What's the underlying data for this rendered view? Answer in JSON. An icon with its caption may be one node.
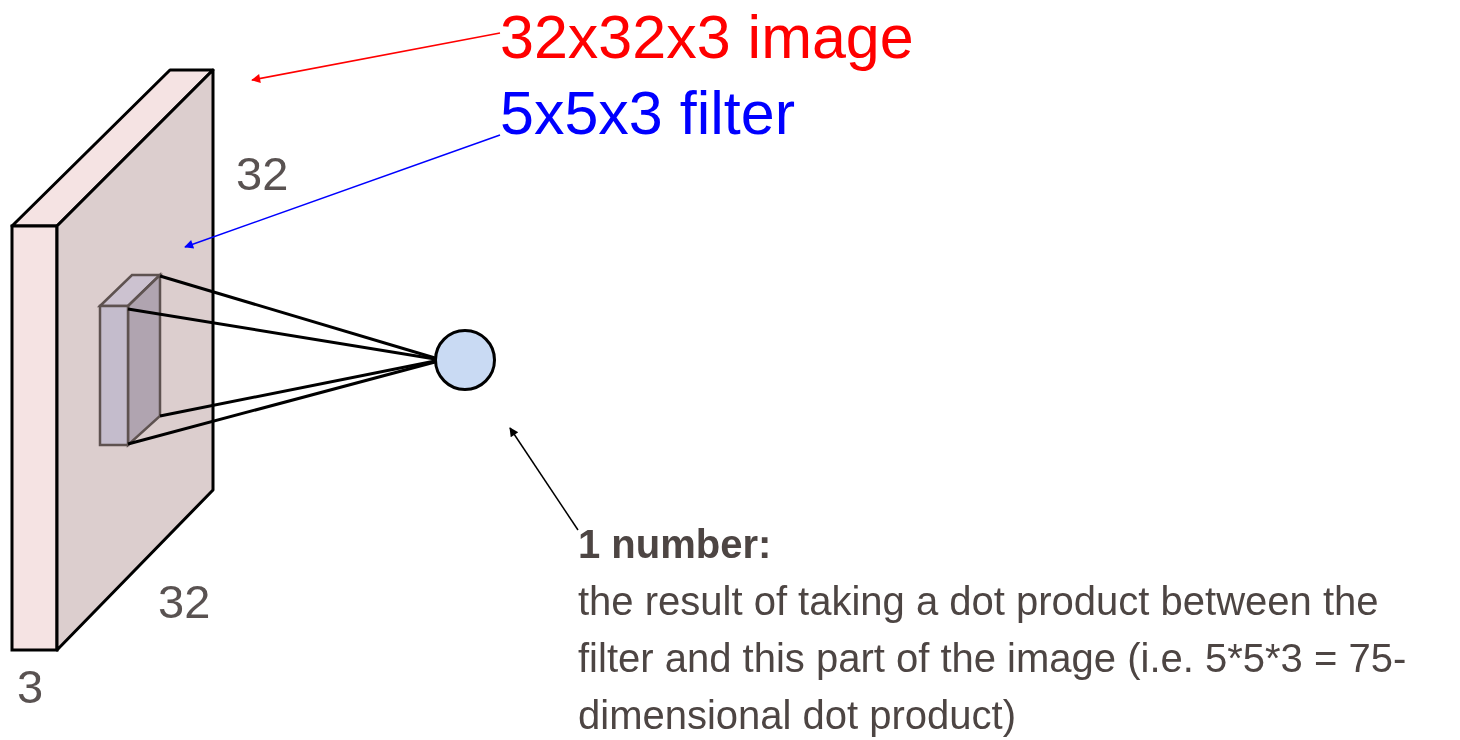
{
  "diagram": {
    "nodes": [
      {
        "text": [
          "32x32x3 image"
        ]
      },
      {
        "text": [
          "5x5x3 filter"
        ]
      },
      {
        "text": [],
        "shape": "box"
      },
      {
        "text": [],
        "shape": "box",
        "in": 2
      },
      {
        "text": [],
        "shape": "circle"
      },
      {
        "text": [
          "1 number:",
          "the result of taking a dot product between the filter and this part of the image (i.e. 5*5*3 = 75-dimensional dot product)"
        ]
      }
    ],
    "edges": [
      {
        "from": 0,
        "to": null,
        "arrow": "to",
        "color": "#ff0000"
      },
      {
        "from": 1,
        "to": 2,
        "arrow": "to",
        "color": "#0000ff"
      },
      {
        "from": 3,
        "to": 4,
        "arrow": "none"
      },
      {
        "from": 3,
        "to": 4,
        "arrow": "none"
      },
      {
        "from": 3,
        "to": 4,
        "arrow": "none"
      },
      {
        "from": 3,
        "to": 4,
        "arrow": "none"
      },
      {
        "from": 5,
        "to": null,
        "arrow": "to"
      }
    ],
    "labels": [
      "32",
      "32",
      "3"
    ]
  }
}
